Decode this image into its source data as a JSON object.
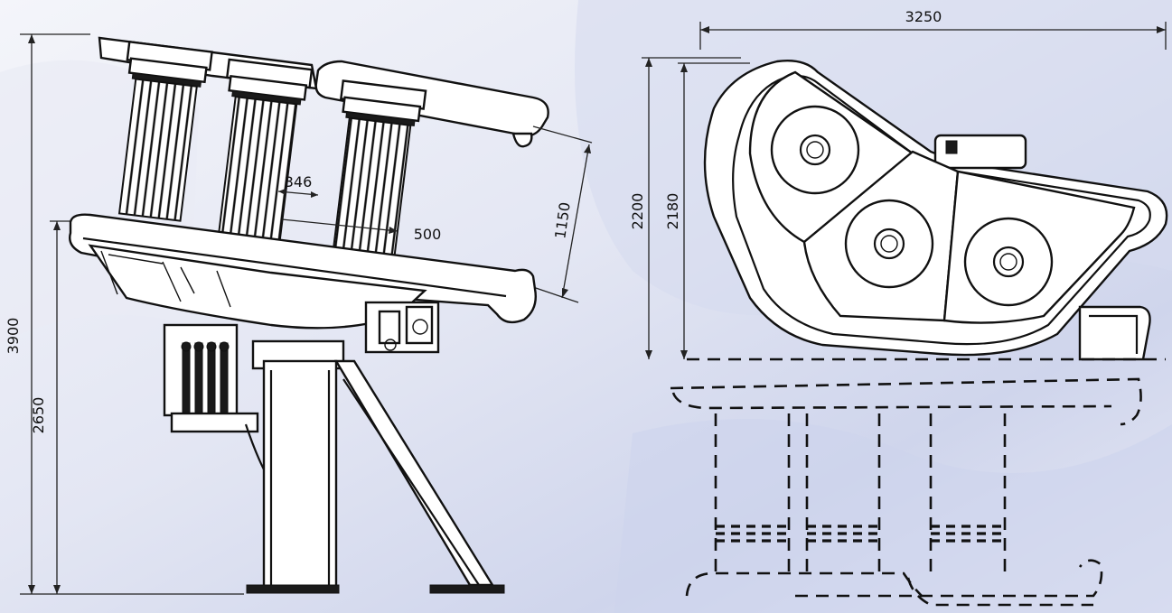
{
  "dimensions": {
    "total_height": "3900",
    "platform_height": "2650",
    "column_gap": "346",
    "column_width": "500",
    "bank_height": "1150",
    "total_width": "3250",
    "side_height_a": "2200",
    "side_height_b": "2180"
  },
  "colors": {
    "background_sky": "#dfe3f1",
    "line": "#111111"
  }
}
